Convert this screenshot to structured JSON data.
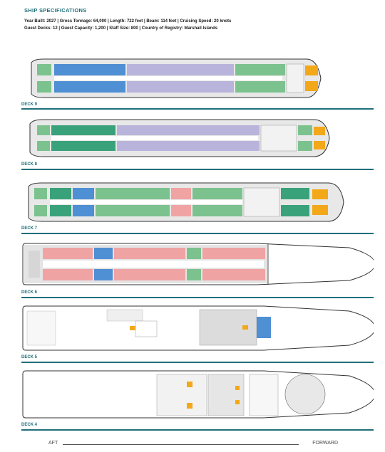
{
  "specs": {
    "title": "SHIP SPECIFICATIONS",
    "line1": "Year Built: 2027 | Gross Tonnage: 64,000 | Length: 722 feet | Beam: 114 feet | Cruising Speed: 20 knots",
    "line2": "Guest Decks: 12 | Guest Capacity: 1,200 | Staff Size: 800 | Country of Registry: Marshall Islands"
  },
  "decks": [
    {
      "label": "DECK 9"
    },
    {
      "label": "DECK 8"
    },
    {
      "label": "DECK 7"
    },
    {
      "label": "DECK 6"
    },
    {
      "label": "DECK 5"
    },
    {
      "label": "DECK 4"
    }
  ],
  "direction": {
    "aft": "AFT",
    "forward": "FORWARD"
  },
  "colors": {
    "accent": "#1f6f7a",
    "lavender": "#b9b4dc",
    "green": "#7cc28e",
    "teal": "#3aa27a",
    "blue": "#4f8fd4",
    "pink": "#f0a3a3",
    "orange": "#f2a819",
    "hull_outline": "#333333"
  }
}
